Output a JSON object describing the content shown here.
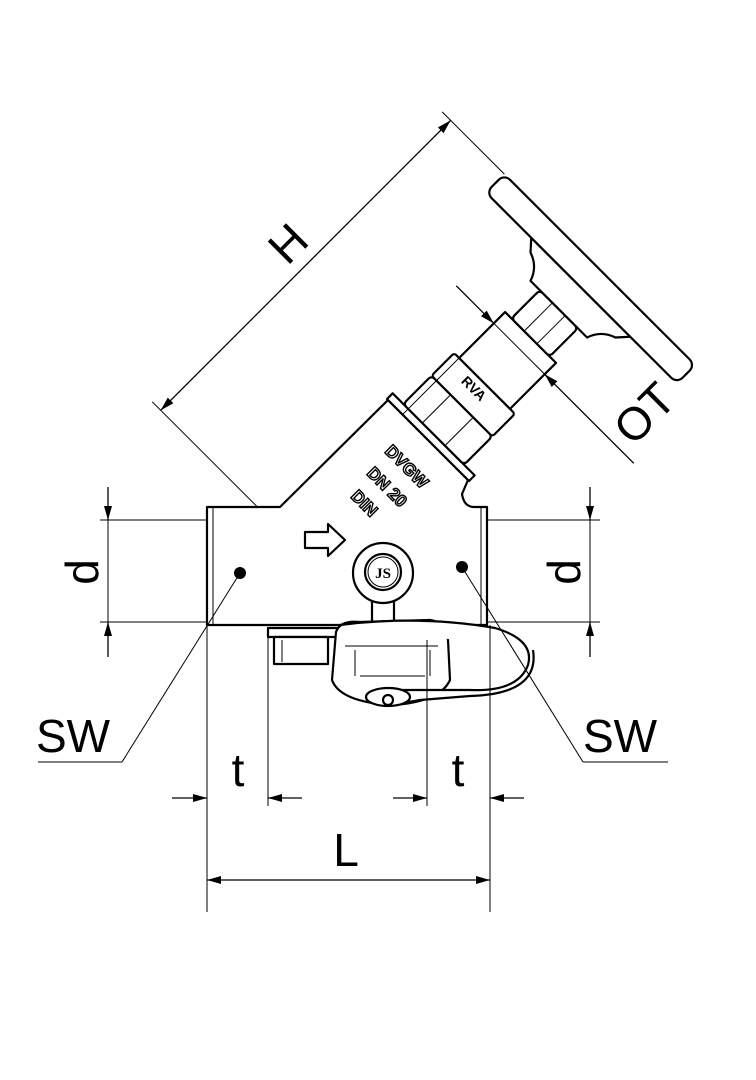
{
  "labels": {
    "height": "H",
    "handwheel_diameter": "OT",
    "diameter_left": "d",
    "diameter_right": "d",
    "wrench_size_left": "SW",
    "wrench_size_right": "SW",
    "thread_depth_left": "t",
    "thread_depth_right": "t",
    "length": "L"
  },
  "markings": {
    "approval": "DVGW",
    "nominal_size": "DN 20",
    "standard": "DIN",
    "bonnet": "RVA",
    "logo": "JS"
  },
  "colors": {
    "line": "#000000",
    "background": "#ffffff"
  }
}
